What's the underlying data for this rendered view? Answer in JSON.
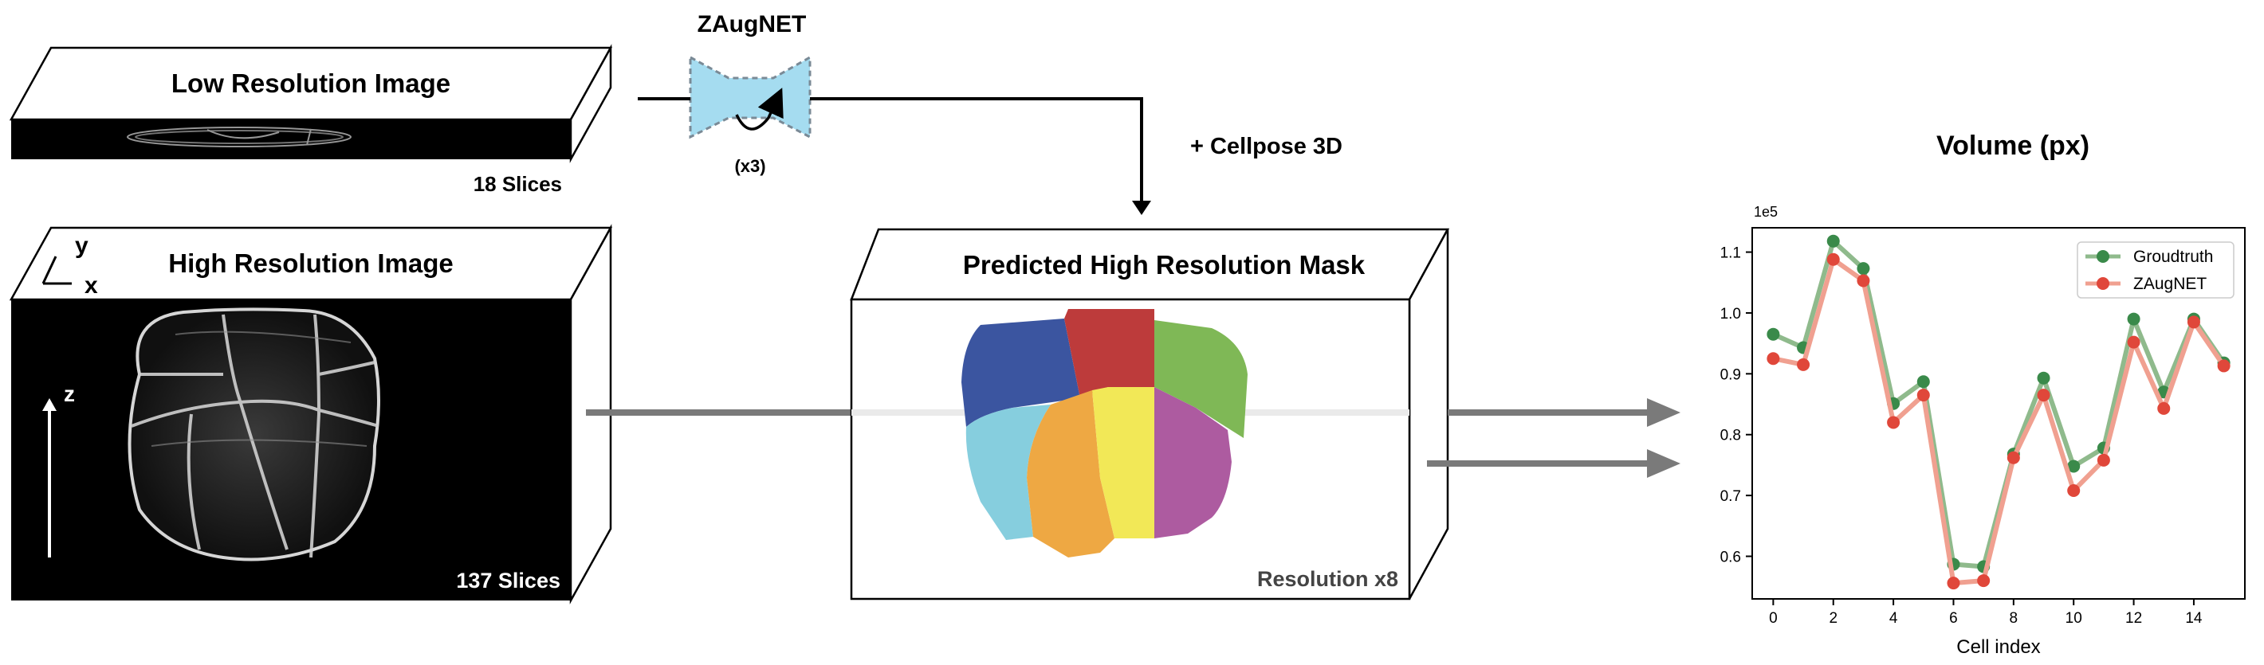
{
  "low_res": {
    "title": "Low Resolution Image",
    "slices": "18 Slices"
  },
  "high_res": {
    "title": "High Resolution Image",
    "slices": "137 Slices",
    "axis_y": "y",
    "axis_x": "x",
    "axis_z": "z"
  },
  "zaugnet": {
    "title": "ZAugNET",
    "repeat": "(x3)",
    "color": "#a5dcf0"
  },
  "cellpose": {
    "label": "+ Cellpose 3D"
  },
  "mask": {
    "title": "Predicted High Resolution Mask",
    "resolution": "Resolution x8",
    "cell_colors": [
      "#3b55a0",
      "#bd3b3b",
      "#7fb856",
      "#86cede",
      "#eea843",
      "#f2e857",
      "#ad5ba0"
    ]
  },
  "chart_data": {
    "type": "line",
    "title": "Volume (px)",
    "xlabel": "Cell index",
    "ylabel": "",
    "offset_label": "1e5",
    "x": [
      0,
      1,
      2,
      3,
      4,
      5,
      6,
      7,
      8,
      9,
      10,
      11,
      12,
      13,
      14,
      15
    ],
    "xticks": [
      "0",
      "2",
      "4",
      "6",
      "8",
      "10",
      "12",
      "14"
    ],
    "yticks": [
      "0.6",
      "0.7",
      "0.8",
      "0.9",
      "1.0",
      "1.1"
    ],
    "xlim": [
      -0.7,
      15.7
    ],
    "ylim": [
      0.53,
      1.14
    ],
    "legend_position": "upper right",
    "series": [
      {
        "name": "Groudtruth",
        "color": "#3a8a4a",
        "line_color": "#8fba8c",
        "values": [
          0.965,
          0.943,
          1.118,
          1.073,
          0.851,
          0.887,
          0.587,
          0.583,
          0.768,
          0.893,
          0.748,
          0.778,
          0.99,
          0.87,
          0.99,
          0.918
        ]
      },
      {
        "name": "ZAugNET",
        "color": "#e0473a",
        "line_color": "#f0a090",
        "values": [
          0.925,
          0.915,
          1.088,
          1.053,
          0.82,
          0.865,
          0.556,
          0.56,
          0.762,
          0.865,
          0.708,
          0.758,
          0.952,
          0.843,
          0.985,
          0.913
        ]
      }
    ]
  }
}
